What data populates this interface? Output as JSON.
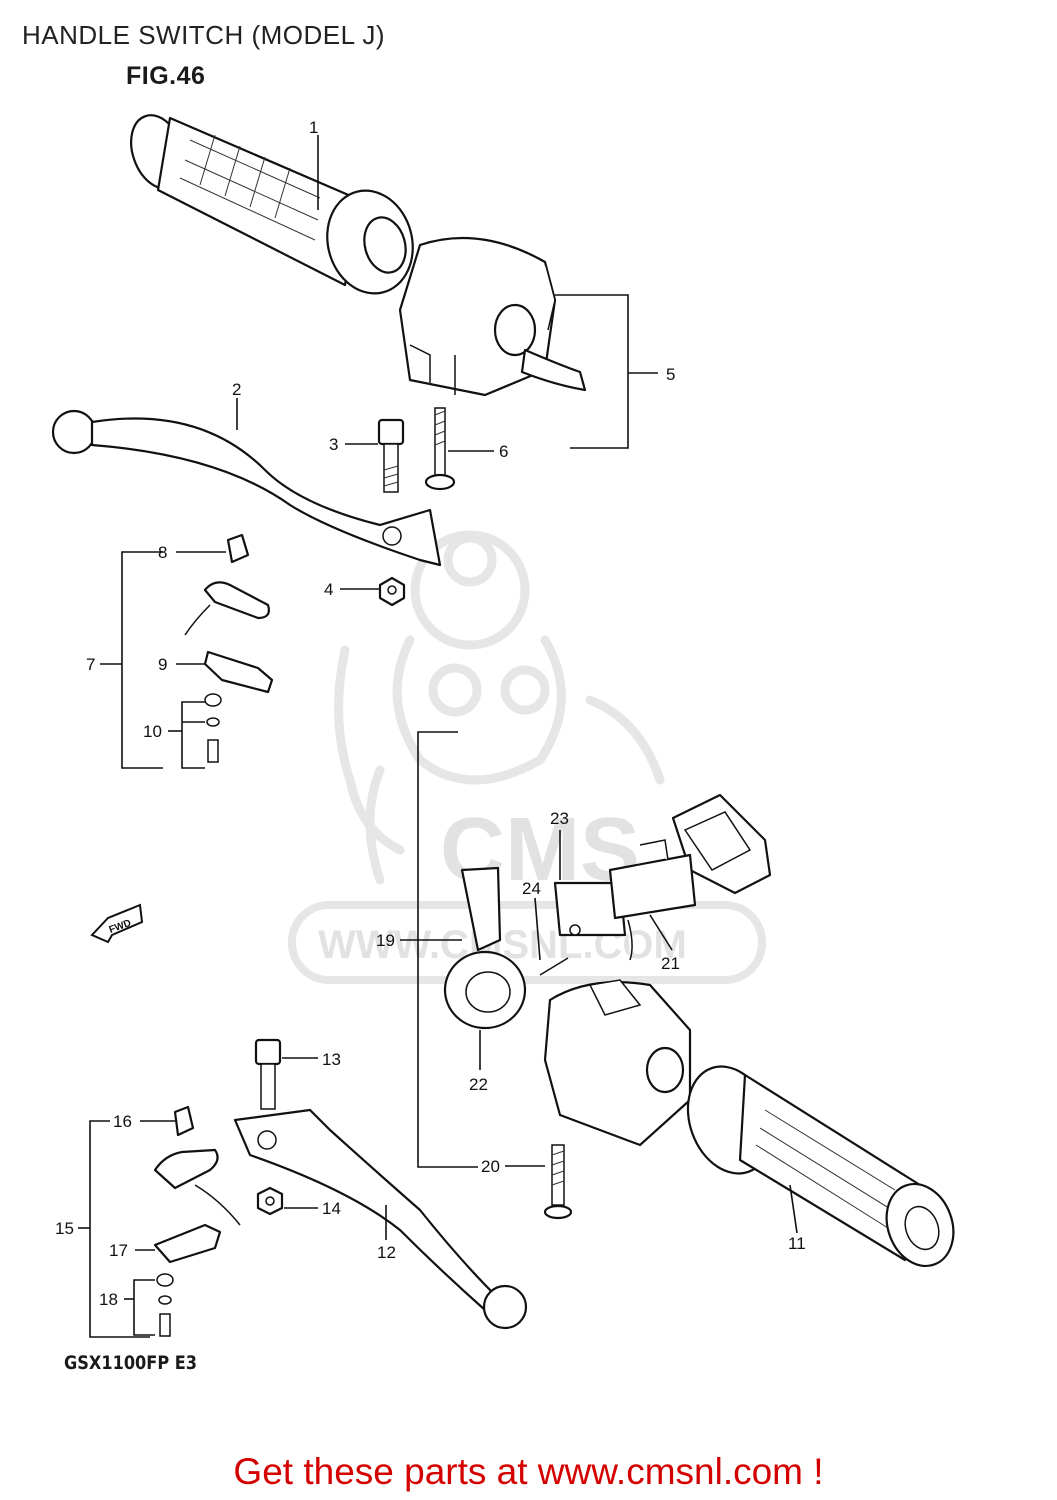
{
  "header": {
    "page_title": "HANDLE SWITCH (MODEL J)",
    "figure_label": "FIG.46"
  },
  "watermark": {
    "text_line1": "CMS",
    "text_line2": "WWW.CMSNL.COM"
  },
  "direction_arrow": {
    "label": "FWD"
  },
  "part_labels": {
    "p1": "1",
    "p2": "2",
    "p3": "3",
    "p4": "4",
    "p5": "5",
    "p6": "6",
    "p7": "7",
    "p8": "8",
    "p9": "9",
    "p10": "10",
    "p11": "11",
    "p12": "12",
    "p13": "13",
    "p14": "14",
    "p15": "15",
    "p16": "16",
    "p17": "17",
    "p18": "18",
    "p19": "19",
    "p20": "20",
    "p21": "21",
    "p22": "22",
    "p23": "23",
    "p24": "24"
  },
  "model_code": "GSX1100FP  E3",
  "footer": {
    "link_text": "Get these parts at www.cmsnl.com !"
  }
}
